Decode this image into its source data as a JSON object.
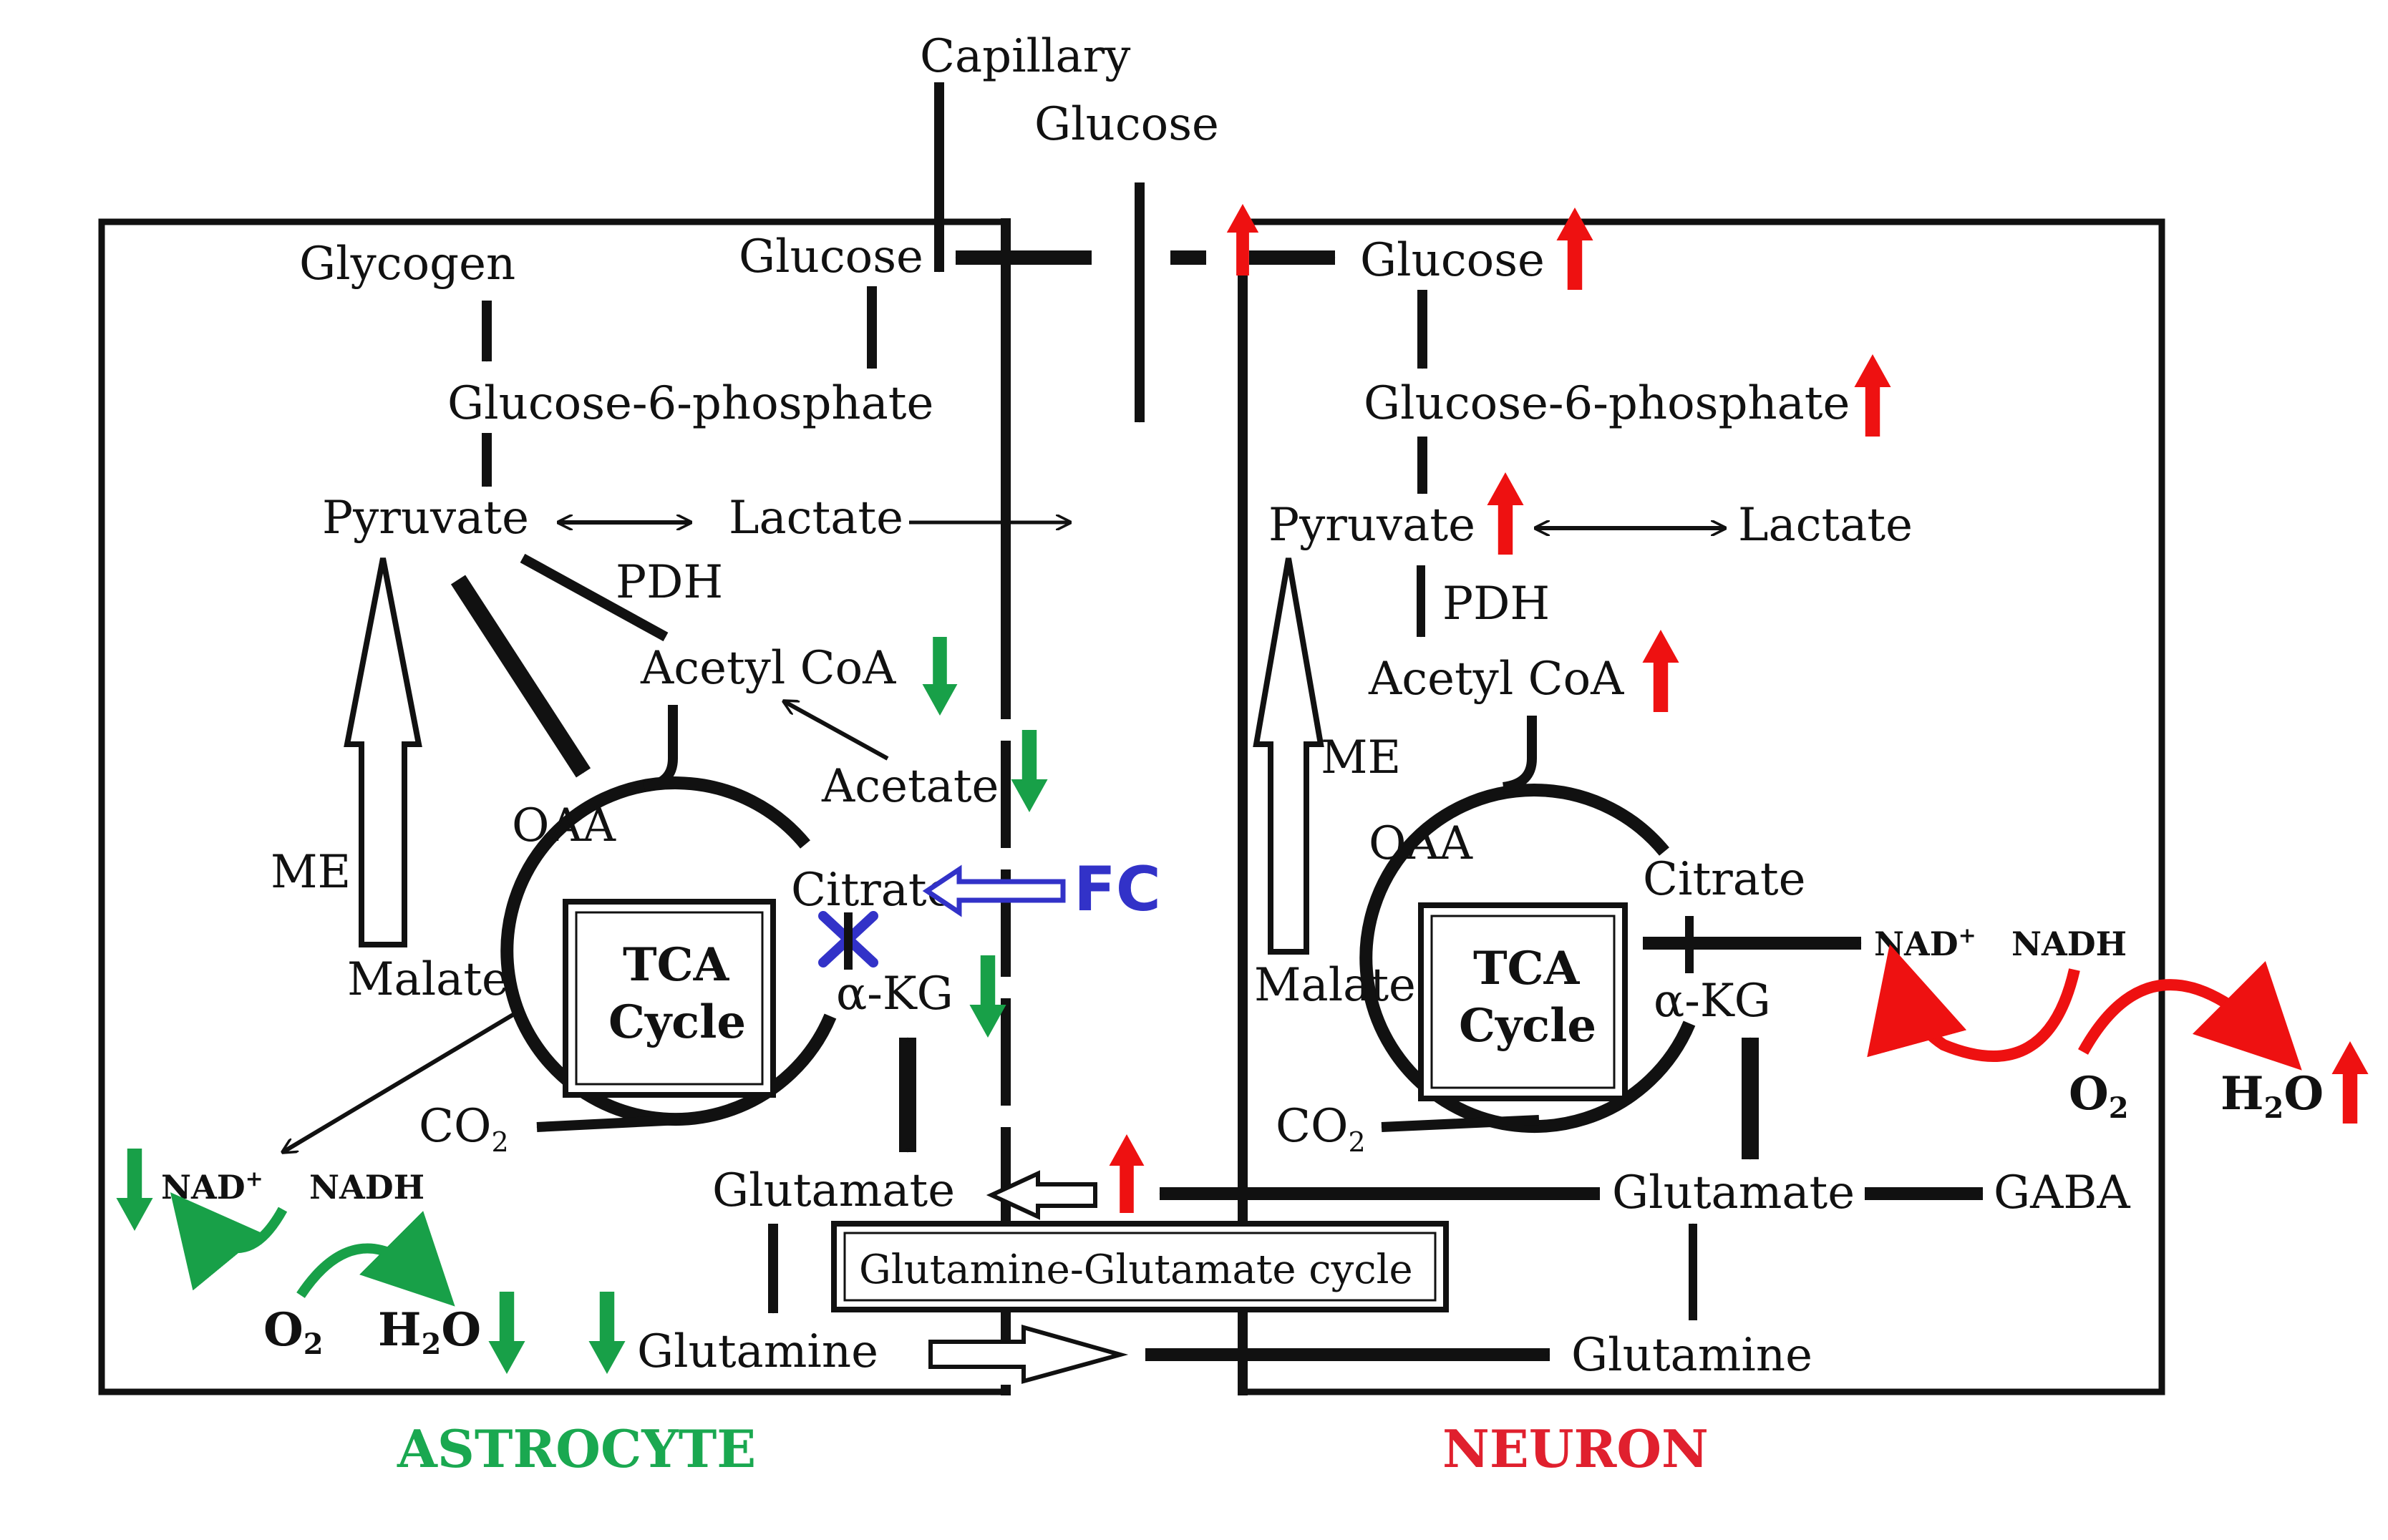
{
  "top": {
    "capillary": "Capillary",
    "glucose": "Glucose"
  },
  "astrocyte": {
    "title": "ASTROCYTE",
    "title_color": "#1aa850",
    "glycogen": "Glycogen",
    "glucose": "Glucose",
    "g6p": "Glucose-6-phosphate",
    "pyruvate": "Pyruvate",
    "lactate": "Lactate",
    "pdh": "PDH",
    "acetyl_coa": "Acetyl CoA",
    "acetate": "Acetate",
    "oaa": "OAA",
    "citrate": "Citrate",
    "akg": "α-KG",
    "malate": "Malate",
    "me": "ME",
    "tca_line1": "TCA",
    "tca_line2": "Cycle",
    "co2": "CO",
    "co2_sub": "2",
    "nad": "NAD",
    "nad_sup": "+",
    "nadh": "NADH",
    "o2": "O",
    "o2_sub": "2",
    "h2o_h": "H",
    "h2o_sub": "2",
    "h2o_o": "O",
    "glutamate": "Glutamate",
    "glutamine": "Glutamine",
    "fc": "FC",
    "fc_color": "#3232c8"
  },
  "neuron": {
    "title": "NEURON",
    "title_color": "#e0202e",
    "glucose": "Glucose",
    "g6p": "Glucose-6-phosphate",
    "pyruvate": "Pyruvate",
    "lactate": "Lactate",
    "pdh": "PDH",
    "acetyl_coa": "Acetyl CoA",
    "oaa": "OAA",
    "citrate": "Citrate",
    "akg": "α-KG",
    "malate": "Malate",
    "me": "ME",
    "tca_line1": "TCA",
    "tca_line2": "Cycle",
    "co2": "CO",
    "co2_sub": "2",
    "nad": "NAD",
    "nad_sup": "+",
    "nadh": "NADH",
    "o2": "O",
    "o2_sub": "2",
    "h2o_h": "H",
    "h2o_sub": "2",
    "h2o_o": "O",
    "glutamate": "Glutamate",
    "gaba": "GABA",
    "glutamine": "Glutamine"
  },
  "cycle_box": "Glutamine-Glutamate cycle",
  "colors": {
    "increase": "#ee1111",
    "decrease": "#18a048",
    "inhibitor": "#3232c8",
    "line": "#111111"
  },
  "icons": {
    "increase": "red-up-arrow-icon",
    "decrease": "green-down-arrow-icon",
    "inhibition": "blue-x-icon"
  }
}
